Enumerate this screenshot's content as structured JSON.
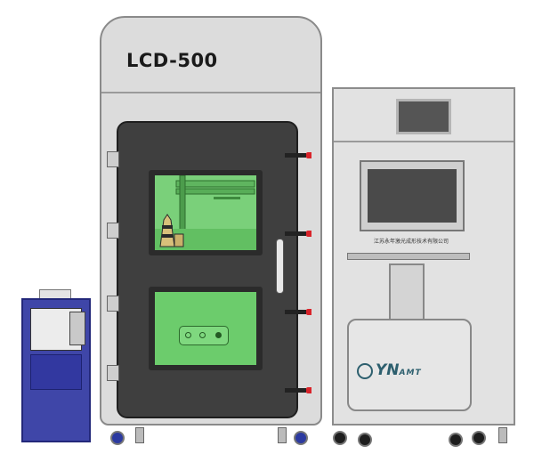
{
  "machine": {
    "model_label": "LCD-500",
    "monitor_caption": "江苏永年激光成形技术有限公司"
  },
  "brand": {
    "main": "YN",
    "sub": "AMT"
  },
  "colors": {
    "cabinet": "#dcdcdc",
    "door": "#3f3f3f",
    "window_glass": "#7ad07a",
    "chiller": "#3f46a8",
    "latch_red": "#d9232a",
    "brand": "#2d5f6e"
  }
}
